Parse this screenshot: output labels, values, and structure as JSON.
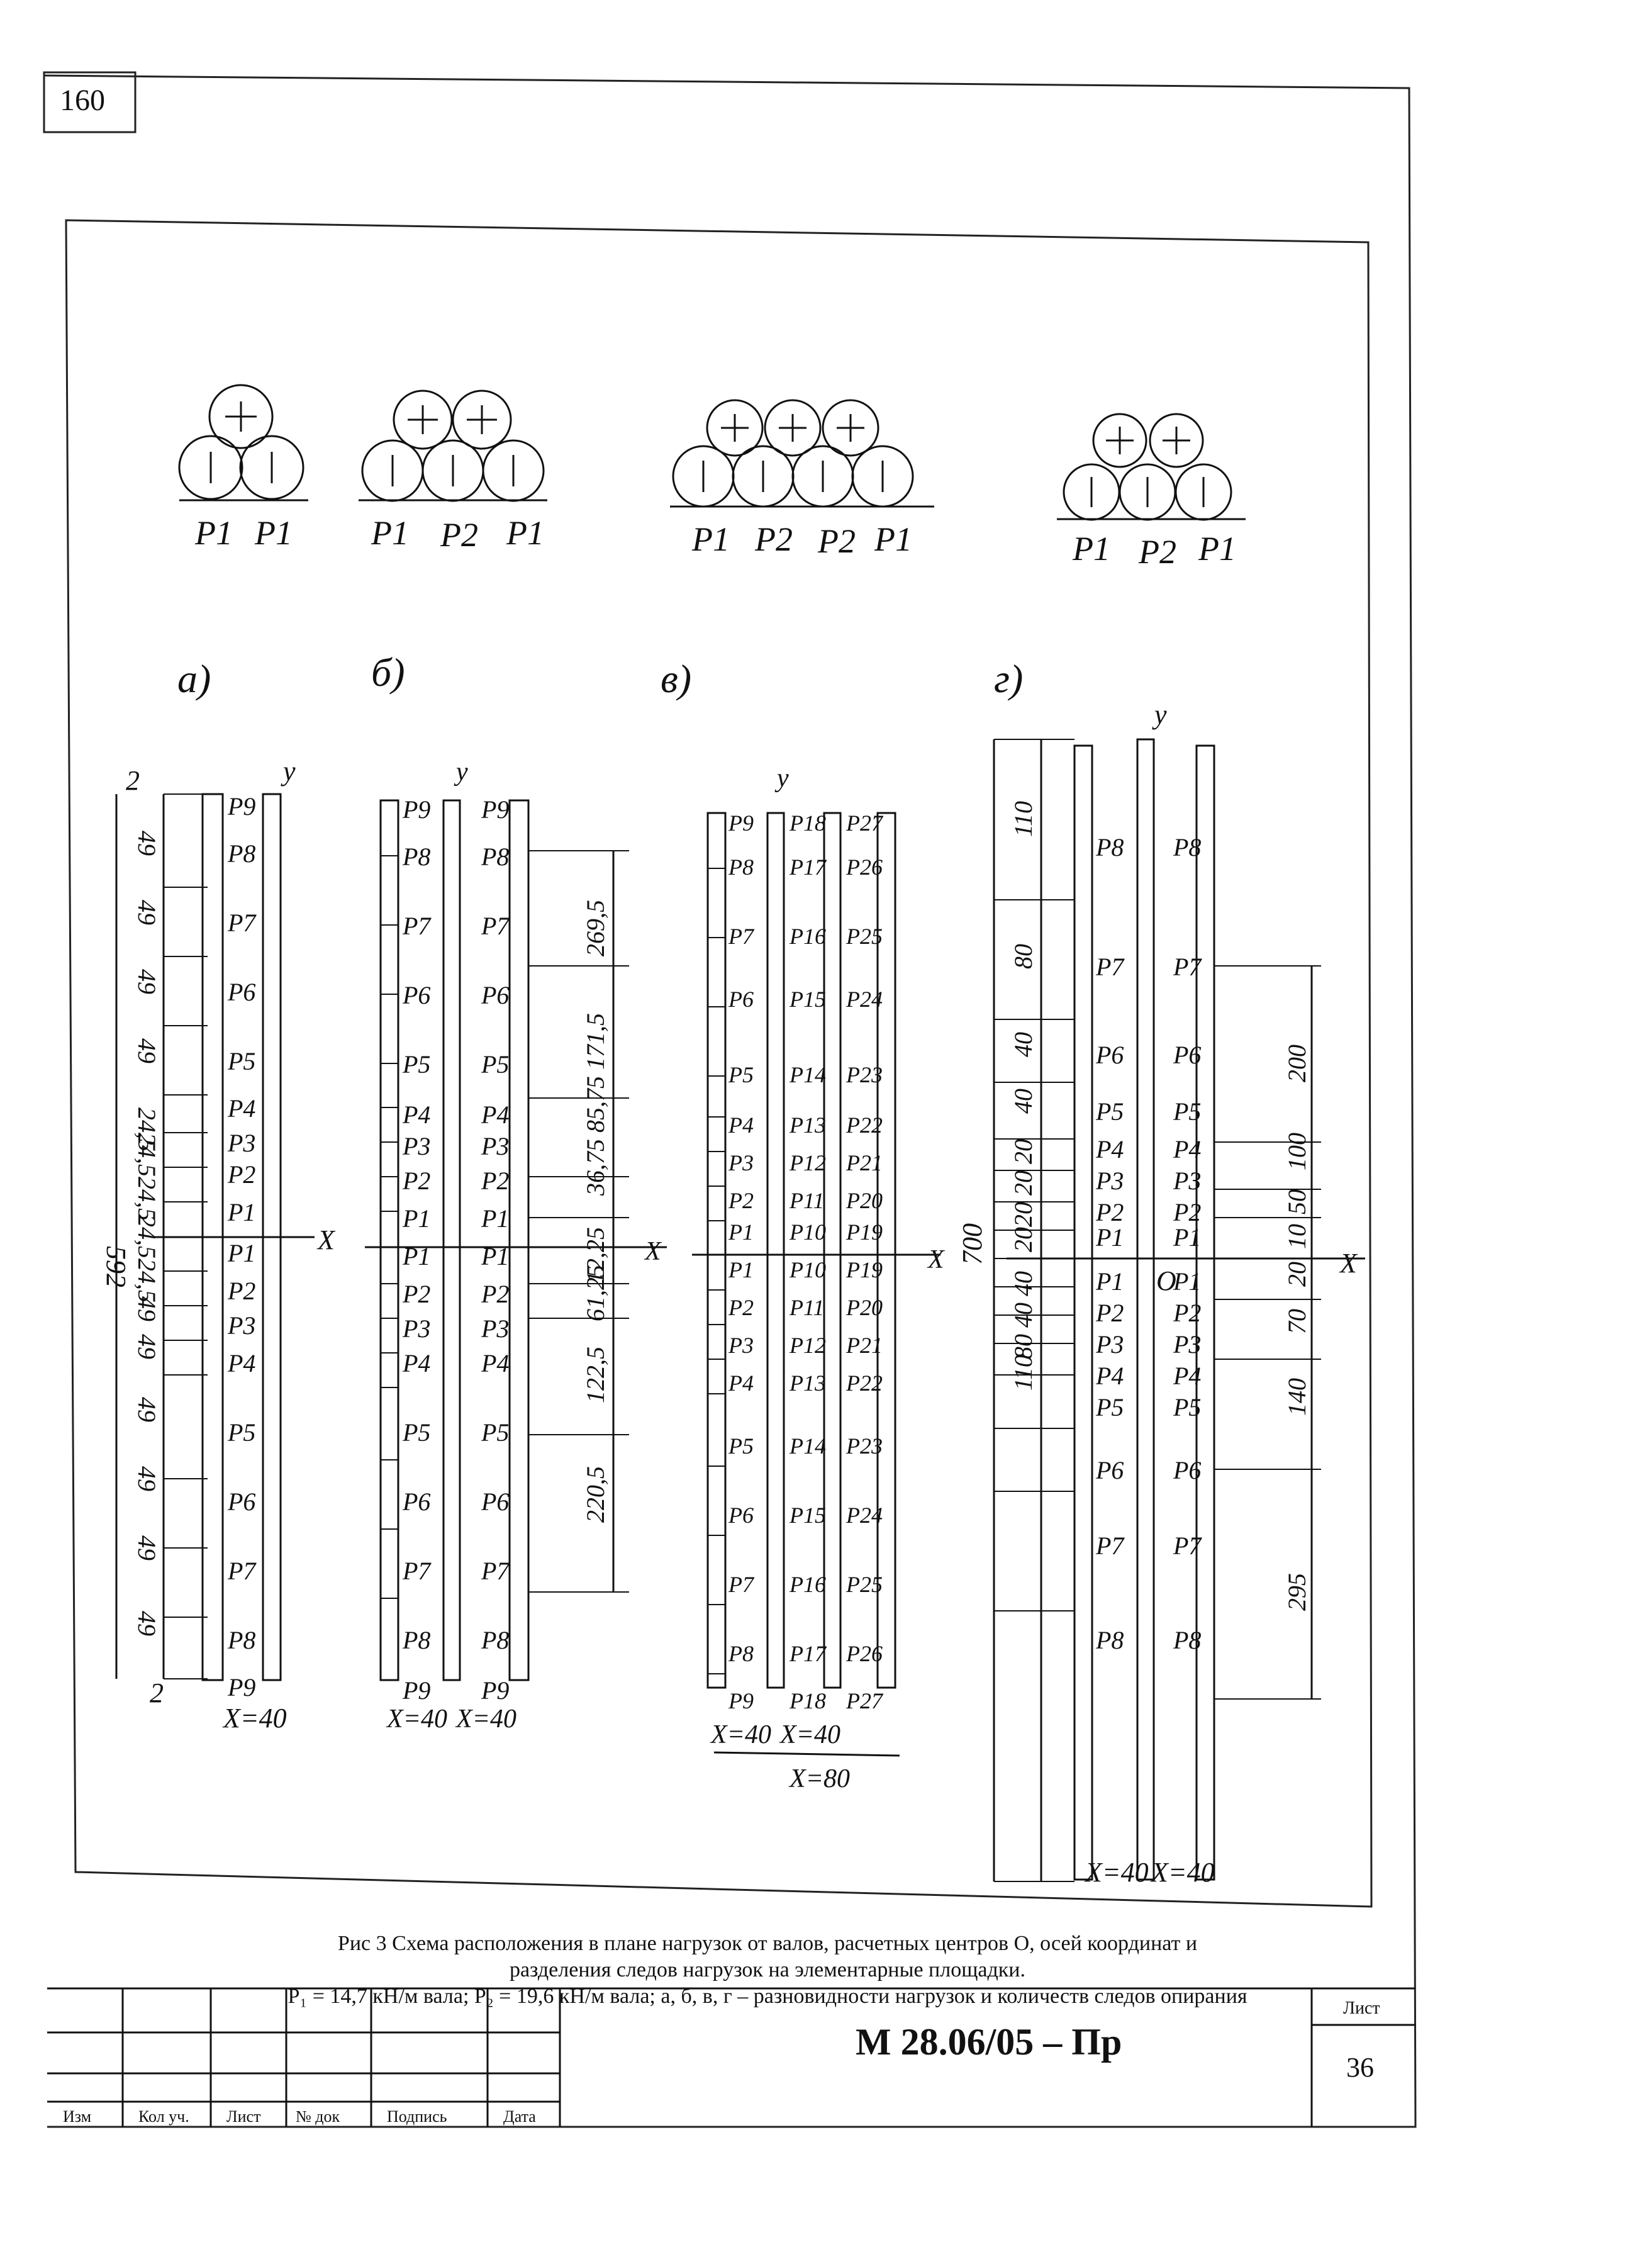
{
  "page_number": "160",
  "variants": [
    {
      "letter": "а)",
      "roll_labels": [
        "P1",
        "P1"
      ],
      "x_dim": "Х=40"
    },
    {
      "letter": "б)",
      "roll_labels": [
        "P1",
        "P2",
        "P1"
      ],
      "x_dim": [
        "Х=40",
        "Х=40"
      ]
    },
    {
      "letter": "в)",
      "roll_labels": [
        "P1",
        "P2",
        "P2",
        "P1"
      ],
      "x_dim": [
        "Х=40",
        "Х=40",
        "Х=80"
      ]
    },
    {
      "letter": "г)",
      "roll_labels": [
        "P1",
        "P2",
        "P1"
      ],
      "x_dim": [
        "Х=40",
        "Х=40"
      ]
    }
  ],
  "axes": {
    "y": "y",
    "x": "X",
    "origin": "O"
  },
  "dims_a": {
    "total": "592",
    "steps": [
      "49",
      "49",
      "49",
      "49",
      "24,5",
      "24,5",
      "24,5",
      "24,5",
      "24,5",
      "49",
      "49",
      "49",
      "49"
    ],
    "end": "2"
  },
  "dims_b": [
    "269,5",
    "171,5",
    "85,75",
    "36,75",
    "12,25",
    "61,25",
    "122,5",
    "220,5"
  ],
  "dims_g_left": {
    "total": "700",
    "steps": [
      "110",
      "80",
      "40",
      "40",
      "20",
      "20",
      "20",
      "20",
      "40",
      "40",
      "80",
      "110"
    ]
  },
  "dims_g_right": [
    "200",
    "100",
    "50",
    "10",
    "20",
    "70",
    "140",
    "295"
  ],
  "caption": {
    "line1": "Рис 3 Схема расположения в плане нагрузок от валов, расчетных центров О, осей координат и",
    "line2": "разделения следов нагрузок на элементарные площадки.",
    "line3": "P₁ = 14,7 кН/м вала; P₂ = 19,6 кН/м вала; а, б, в, г – разновидности нагрузок и количеств следов опирания"
  },
  "title_block": {
    "cols": [
      "Изм",
      "Кол уч.",
      "Лист",
      "№ док",
      "Подпись",
      "Дата"
    ],
    "code": "М 28.06/05 – Пр",
    "sheet_label": "Лист",
    "sheet_number": "36"
  }
}
